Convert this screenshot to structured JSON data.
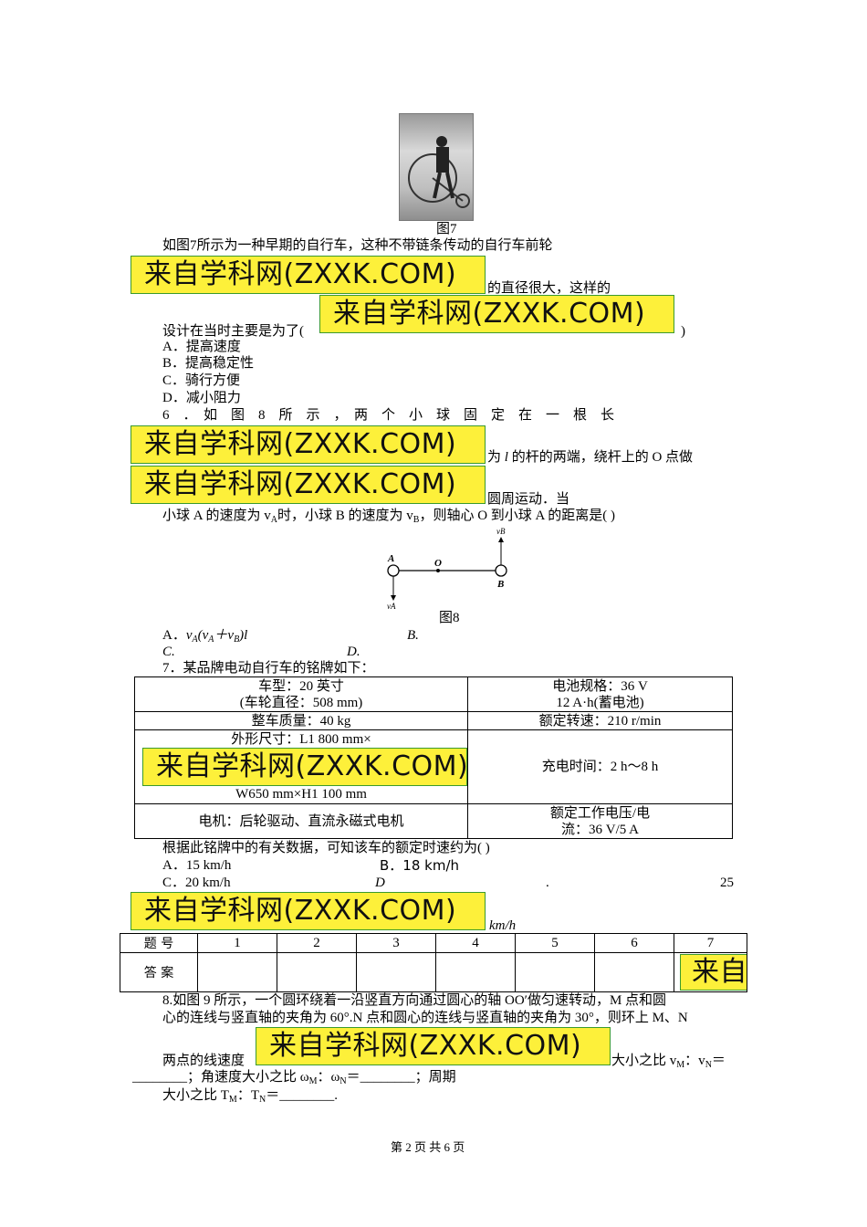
{
  "watermark": "来自学科网(ZXXK.COM)",
  "fig7": {
    "caption": "图7"
  },
  "q5": {
    "line1": "如图7所示为一种早期的自行车，这种不带链条传动的自行车前轮",
    "line2": "的直径很大，这样的",
    "line3a": "设计在当时主要是为了(",
    "line3b": ")",
    "options": [
      "A．提高速度",
      "B．提高稳定性",
      "C．骑行方便",
      "D．减小阻力"
    ]
  },
  "q6": {
    "line1": "6　．　如　图　8　所　示　，　两　个　小　球　固　定　在　一　根　长",
    "line2_pre": "为 ",
    "line2_l": "l",
    "line2_post": " 的杆的两端，绕杆上的 O 点做",
    "line3": "圆周运动．当",
    "line4_a": "小球 A 的速度为 v",
    "line4_b": "时，小球 B 的速度为 v",
    "line4_c": "，则轴心 O 到小球 A 的距离是(  )",
    "sub_A": "A",
    "sub_B": "B",
    "fig": {
      "label_A": "A",
      "label_O": "O",
      "label_B": "B",
      "label_vA": "vA",
      "label_vB": "vB",
      "caption": "图8"
    },
    "optA_label": "A．",
    "optA_v": "v",
    "optA_a": "(v",
    "optA_b": "＋v",
    "optA_c": ")l",
    "optB": "B.",
    "optC": "C.",
    "optD": "D."
  },
  "q7": {
    "intro": "7．某品牌电动自行车的铭牌如下：",
    "table": {
      "r1c1_a": "车型：20 英寸",
      "r1c1_b": "(车轮直径：508 mm)",
      "r1c2_a": "电池规格：36 V",
      "r1c2_b": "12 A·h(蓄电池)",
      "r2c1": "整车质量：40 kg",
      "r2c2": "额定转速：210 r/min",
      "r3c1_a": "外形尺寸：L1 800 mm×",
      "r3c1_b": "W650 mm×H1 100 mm",
      "r3c2": "充电时间：2 h～8 h",
      "r4c1": "电机：后轮驱动、直流永磁式电机",
      "r4c2_a": "额定工作电压/电",
      "r4c2_b": "流：36 V/5 A"
    },
    "question": "根据此铭牌中的有关数据，可知该车的额定时速约为(  )",
    "optA": "A．15 km/h",
    "optB": "B．18 km/h",
    "optC": "C．20 km/h",
    "optD_label": "D",
    "optD_dot": ".",
    "optD_val": "25",
    "optD_unit": "km/h"
  },
  "answer_table": {
    "row1_label": "题 号",
    "row2_label": "答 案",
    "numbers": [
      "1",
      "2",
      "3",
      "4",
      "5",
      "6",
      "7"
    ]
  },
  "q8": {
    "line1": "8.如图 9 所示，一个圆环绕着一沿竖直方向通过圆心的轴 OO′做匀速转动，M 点和圆",
    "line2": "心的连线与竖直轴的夹角为 60°.N 点和圆心的连线与竖直轴的夹角为 30°，则环上 M、N",
    "line3_a": "两点的线速度",
    "line3_b": "大小之比 v",
    "line3_c": "：v",
    "line3_d": "＝",
    "line4": "________；角速度大小之比 ω",
    "line4_b": "：ω",
    "line4_c": "＝________；周期",
    "line5": "大小之比 T",
    "line5_b": "：T",
    "line5_c": "＝________.",
    "sub_M": "M",
    "sub_N": "N"
  },
  "footer": "第 2 页 共 6 页"
}
